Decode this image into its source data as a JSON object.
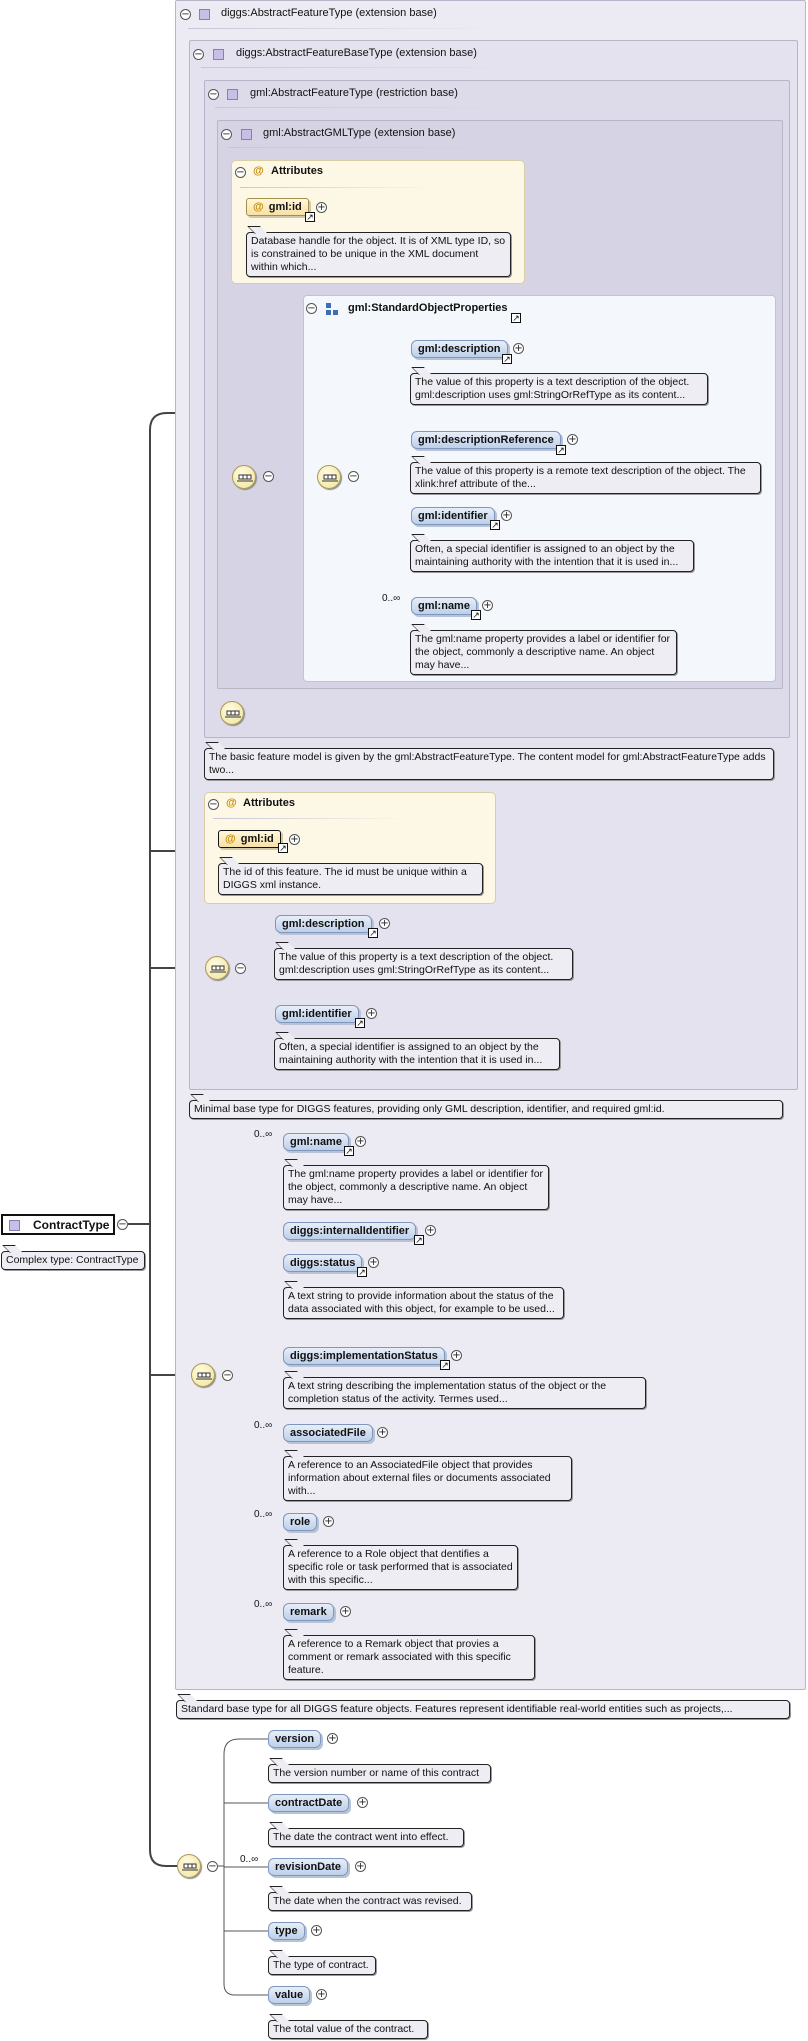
{
  "headers": {
    "abstract_feature_type": "diggs:AbstractFeatureType (extension base)",
    "abstract_feature_base_type": "diggs:AbstractFeatureBaseType (extension base)",
    "gml_abstract_feature_type": "gml:AbstractFeatureType (restriction base)",
    "gml_abstract_gml_type": "gml:AbstractGMLType (extension base)",
    "attributes": "Attributes",
    "standard_object_properties": "gml:StandardObjectProperties"
  },
  "root": {
    "name": "ContractType",
    "doc": "Complex type: ContractType"
  },
  "gml_type": {
    "attr_name": "gml:id",
    "attr_doc": "Database handle for the object. It is of XML type ID, so is constrained to be unique in the XML document within which...",
    "elements": [
      {
        "name": "gml:description",
        "card": "",
        "doc": "The value of this property is a text description of the object. gml:description uses gml:StringOrRefType as its content..."
      },
      {
        "name": "gml:descriptionReference",
        "card": "",
        "doc": "The value of this property is a remote text description of the object. The xlink:href attribute of the..."
      },
      {
        "name": "gml:identifier",
        "card": "",
        "doc": "Often, a special identifier is assigned to an object by the maintaining authority with the intention that it is used in..."
      },
      {
        "name": "gml:name",
        "card": "0..∞",
        "doc": "The gml:name property provides a label or identifier for the object, commonly a descriptive name. An object may have..."
      }
    ]
  },
  "feature_type_doc": "The basic feature model is given by the gml:AbstractFeatureType. The content model for gml:AbstractFeatureType adds two...",
  "feature_base": {
    "attr_name": "gml:id",
    "attr_doc": "The id of this feature. The id must be unique within a DIGGS xml instance.",
    "elements": [
      {
        "name": "gml:description",
        "doc": "The value of this property is a text description of the object. gml:description uses gml:StringOrRefType as its content..."
      },
      {
        "name": "gml:identifier",
        "doc": "Often, a special identifier is assigned to an object by the maintaining authority with the intention that it is used in..."
      }
    ],
    "doc": "Minimal base type for DIGGS features, providing only GML description, identifier, and required gml:id."
  },
  "abstract_feature": {
    "elements": [
      {
        "name": "gml:name",
        "card": "0..∞",
        "doc": "The gml:name property provides a label or identifier for the object, commonly a descriptive name. An object may have..."
      },
      {
        "name": "diggs:internalIdentifier",
        "card": "",
        "doc": ""
      },
      {
        "name": "diggs:status",
        "card": "",
        "doc": "A text string to provide information about the status of the data associated with this object, for example to be used..."
      },
      {
        "name": "diggs:implementationStatus",
        "card": "",
        "doc": "A text string describing the implementation status of the object or the completion status of the activity. Termes used..."
      },
      {
        "name": "associatedFile",
        "card": "0..∞",
        "doc": "A reference to an AssociatedFile object that provides information about external files or documents associated with..."
      },
      {
        "name": "role",
        "card": "0..∞",
        "doc": "A reference to a Role object that dentifies a specific role or task performed that is associated with this specific..."
      },
      {
        "name": "remark",
        "card": "0..∞",
        "doc": "A reference to a Remark object that provies a comment or remark associated with this specific feature."
      }
    ],
    "doc": "Standard base type for all DIGGS feature objects. Features represent identifiable real-world entities such as projects,..."
  },
  "contract": {
    "elements": [
      {
        "name": "version",
        "card": "",
        "doc": "The version number or name of this contract"
      },
      {
        "name": "contractDate",
        "card": "",
        "doc": "The date the contract went into effect."
      },
      {
        "name": "revisionDate",
        "card": "0..∞",
        "doc": "The date when the contract was revised."
      },
      {
        "name": "type",
        "card": "",
        "doc": "The type of contract."
      },
      {
        "name": "value",
        "card": "",
        "doc": "The total value of the contract."
      }
    ]
  },
  "symbols": {
    "collapse": "−",
    "expand": "+",
    "ref": "↗"
  },
  "icons": [
    "type-icon",
    "attribute-at-icon",
    "sequence-compositor-icon",
    "reference-arrow-icon",
    "group-icon"
  ]
}
